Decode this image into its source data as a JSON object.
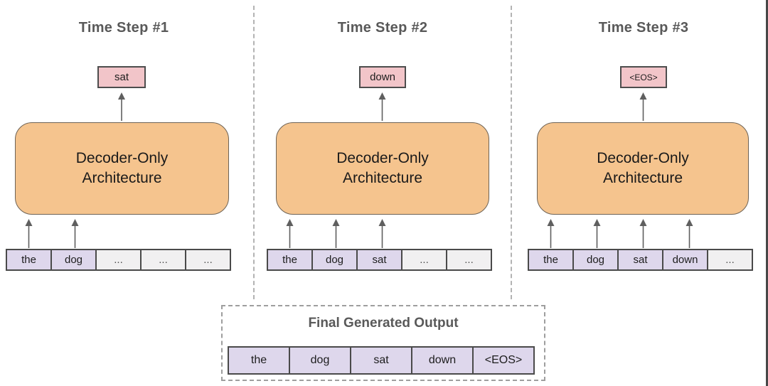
{
  "panels": [
    {
      "title": "Time Step #1",
      "output_token": "sat",
      "decoder_line1": "Decoder-Only",
      "decoder_line2": "Architecture",
      "tokens": [
        {
          "label": "the",
          "filled": true
        },
        {
          "label": "dog",
          "filled": true
        },
        {
          "label": "...",
          "filled": false
        },
        {
          "label": "...",
          "filled": false
        },
        {
          "label": "...",
          "filled": false
        }
      ]
    },
    {
      "title": "Time Step #2",
      "output_token": "down",
      "decoder_line1": "Decoder-Only",
      "decoder_line2": "Architecture",
      "tokens": [
        {
          "label": "the",
          "filled": true
        },
        {
          "label": "dog",
          "filled": true
        },
        {
          "label": "sat",
          "filled": true
        },
        {
          "label": "...",
          "filled": false
        },
        {
          "label": "...",
          "filled": false
        }
      ]
    },
    {
      "title": "Time Step #3",
      "output_token": "<EOS>",
      "decoder_line1": "Decoder-Only",
      "decoder_line2": "Architecture",
      "tokens": [
        {
          "label": "the",
          "filled": true
        },
        {
          "label": "dog",
          "filled": true
        },
        {
          "label": "sat",
          "filled": true
        },
        {
          "label": "down",
          "filled": true
        },
        {
          "label": "...",
          "filled": false
        }
      ]
    }
  ],
  "final_output": {
    "title": "Final Generated Output",
    "tokens": [
      "the",
      "dog",
      "sat",
      "down",
      "<EOS>"
    ]
  },
  "colors": {
    "decoder_fill": "#f5c48e",
    "output_fill": "#f2c5c9",
    "token_filled_fill": "#ded7ec",
    "token_empty_fill": "#f1f0f1",
    "border": "#4a4a4a",
    "dashed_line": "#b3b3b3",
    "title_text": "#595959"
  }
}
